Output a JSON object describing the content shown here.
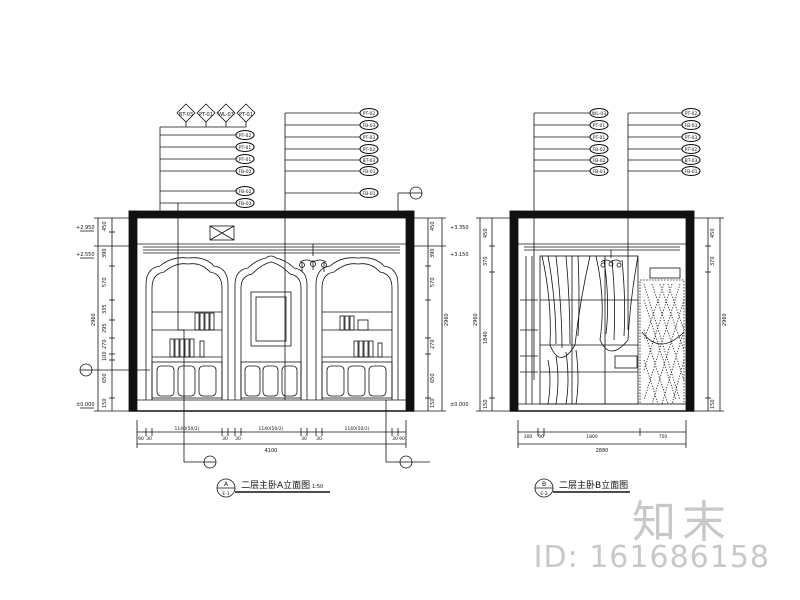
{
  "drawing_left": {
    "title": "二层主卧A立面图",
    "scale": "1:50",
    "section_letter": "A",
    "section_sheet": "E-1",
    "top_tags": [
      "BT-03",
      "PT-01",
      "WL-03",
      "PT-01"
    ],
    "left_callouts": [
      "PT-02",
      "PT-01",
      "PT-01",
      "FB-02",
      "FB-02",
      "FB-03"
    ],
    "right_callouts": [
      "PT-02",
      "FB-03",
      "PT-03",
      "PT-02",
      "BT-03",
      "FB-01",
      "FB-01"
    ],
    "elev_labels": [
      "+2.950",
      "+2.550",
      "±0.000"
    ],
    "right_elev_labels": [
      "+3.350",
      "+3.150",
      "±0.000"
    ],
    "left_dims": [
      "450",
      "390",
      "570",
      "335",
      "295",
      "270",
      "100",
      "650",
      "150"
    ],
    "total_height": "2960",
    "bottom_dims": [
      "90",
      "30",
      "1140(50/2)",
      "30",
      "30",
      "1140(50/2)",
      "30",
      "30",
      "1140(50/2)",
      "30",
      "90"
    ],
    "bottom_total": "4100"
  },
  "drawing_right": {
    "title": "二层主卧B立面图",
    "section_letter": "B",
    "section_sheet": "E-2",
    "left_callouts": [
      "WL-03",
      "PT-01",
      "PT-01",
      "FB-02",
      "FB-02",
      "FB-03"
    ],
    "right_callouts": [
      "PT-02",
      "FB-03",
      "PT-03",
      "PT-02",
      "BT-03",
      "FB-01"
    ],
    "left_dims": [
      "450",
      "370",
      "1840",
      "150"
    ],
    "total_height": "2960",
    "bottom_dims": [
      "300",
      "90",
      "1800",
      "750"
    ],
    "bottom_total": "2880"
  },
  "watermark": {
    "logo": "知末",
    "id": "ID: 161686158"
  }
}
